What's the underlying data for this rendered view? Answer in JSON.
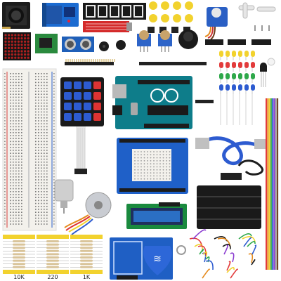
{
  "resistor_labels": {
    "r1": "10K",
    "r2": "220",
    "r3": "1K"
  },
  "rfid": {
    "tag_symbol": "≋"
  }
}
